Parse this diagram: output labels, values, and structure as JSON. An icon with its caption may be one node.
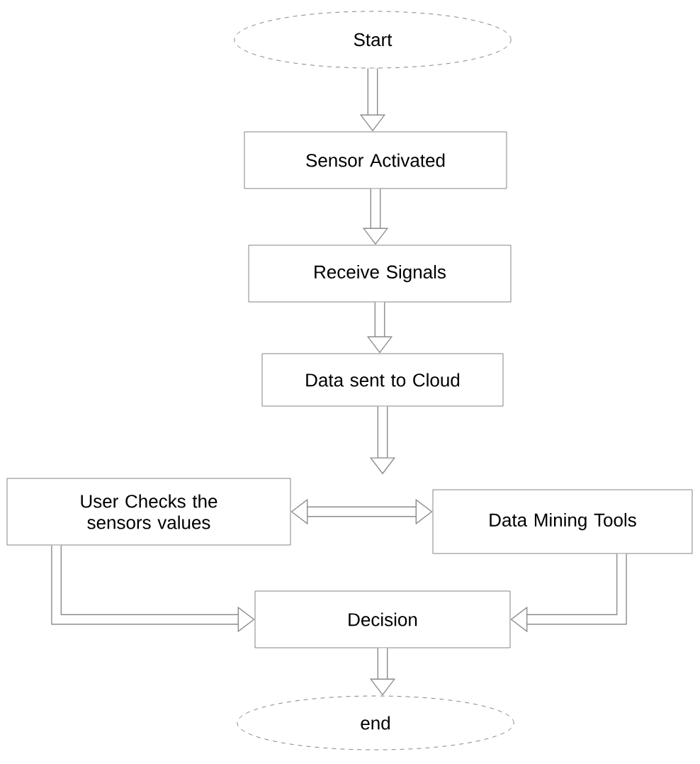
{
  "diagram": {
    "nodes": [
      {
        "text": [
          "Start"
        ]
      },
      {
        "text": [
          "Sensor Activated"
        ]
      },
      {
        "text": [
          "Receive Signals"
        ]
      },
      {
        "text": [
          "Data sent to Cloud"
        ]
      },
      {
        "text": [
          "User Checks the sensors values"
        ]
      },
      {
        "text": [
          "Data Mining Tools"
        ]
      },
      {
        "text": [
          "Decision"
        ]
      },
      {
        "text": [
          "end"
        ]
      }
    ],
    "edges": [
      {
        "from": 0,
        "to": 1,
        "arrow": "to"
      },
      {
        "from": 1,
        "to": 2,
        "arrow": "to"
      },
      {
        "from": 2,
        "to": 3,
        "arrow": "to"
      },
      {
        "from": 3,
        "to": null,
        "arrow": "to"
      },
      {
        "from": 4,
        "to": 5,
        "arrow": "both"
      },
      {
        "from": 4,
        "to": 6,
        "arrow": "to"
      },
      {
        "from": 5,
        "to": 6,
        "arrow": "to"
      },
      {
        "from": 6,
        "to": 7,
        "arrow": "to"
      }
    ]
  }
}
